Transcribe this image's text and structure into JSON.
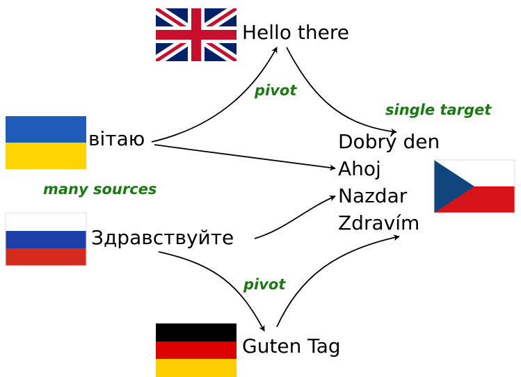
{
  "nodes": {
    "english": {
      "text": "Hello there",
      "flag_icon": "uk-flag-icon"
    },
    "ukrainian": {
      "text": "вітаю",
      "flag_icon": "ukraine-flag-icon"
    },
    "russian": {
      "text": "Здравствуйте",
      "flag_icon": "russia-flag-icon"
    },
    "german": {
      "text": "Guten Tag",
      "flag_icon": "germany-flag-icon"
    },
    "czech": {
      "lines": [
        "Dobrý den",
        "Ahoj",
        "Nazdar",
        "Zdravím"
      ],
      "flag_icon": "czech-flag-icon"
    }
  },
  "annotations": {
    "pivot_top": "pivot",
    "pivot_bottom": "pivot",
    "single_target": "single target",
    "many_sources": "many sources"
  },
  "edges": [
    {
      "from": "ukrainian",
      "to": "english"
    },
    {
      "from": "english",
      "to": "czech"
    },
    {
      "from": "ukrainian",
      "to": "czech"
    },
    {
      "from": "russian",
      "to": "czech"
    },
    {
      "from": "russian",
      "to": "german"
    },
    {
      "from": "german",
      "to": "czech"
    }
  ],
  "colors": {
    "annotation": "#1a7a12",
    "ukraine_blue": "#1f5bb8",
    "ukraine_yellow": "#ffd400",
    "russia_blue": "#1f3fa8",
    "russia_red": "#d52b1e",
    "czech_blue": "#11457e",
    "czech_red": "#d7141a",
    "uk_blue": "#012169",
    "uk_red": "#c8102e"
  }
}
